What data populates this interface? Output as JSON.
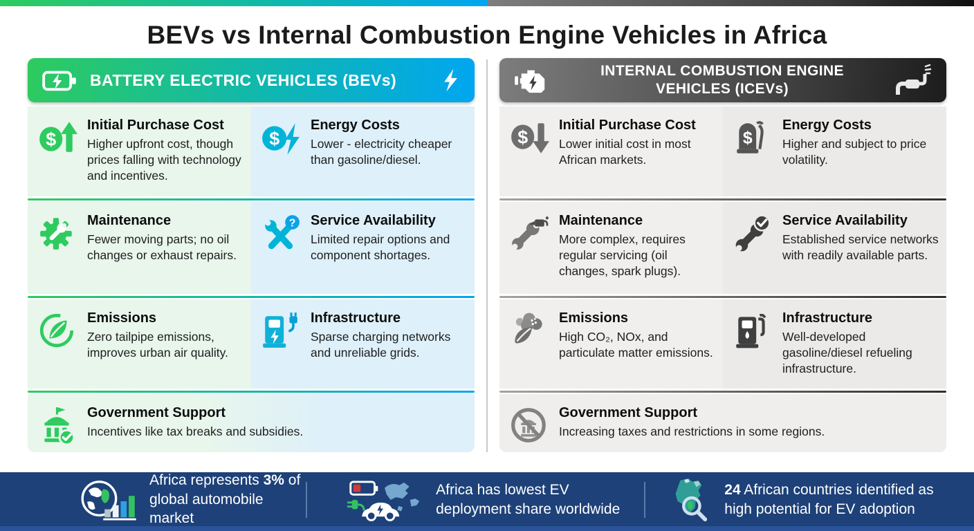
{
  "title": "BEVs vs Internal Combustion Engine Vehicles in Africa",
  "colors": {
    "bev_green": "#2ecb5f",
    "bev_teal": "#00b4d8",
    "bev_blue": "#00a6f0",
    "icev_gray": "#6e6e6e",
    "icev_dark": "#3f3f3f",
    "footer_navy": "#1d4178",
    "footer_strip": "#2a539b"
  },
  "bev": {
    "header": "BATTERY ELECTRIC VEHICLES (BEVs)",
    "header_icons": [
      "battery-charging-icon",
      "lightning-bolt-icon"
    ],
    "cells": [
      {
        "icon": "dollar-up-arrow-icon",
        "title": "Initial Purchase Cost",
        "desc": "Higher upfront cost, though prices falling with technology and incentives."
      },
      {
        "icon": "dollar-lightning-icon",
        "title": "Energy Costs",
        "desc": "Lower - electricity cheaper than gasoline/diesel."
      },
      {
        "icon": "gear-wrench-icon",
        "title": "Maintenance",
        "desc": "Fewer moving parts; no oil changes or exhaust repairs."
      },
      {
        "icon": "wrench-question-icon",
        "title": "Service Availability",
        "desc": "Limited repair options and component shortages."
      },
      {
        "icon": "leaf-circle-icon",
        "title": "Emissions",
        "desc": "Zero tailpipe emissions, improves urban air quality."
      },
      {
        "icon": "ev-charger-plug-icon",
        "title": "Infrastructure",
        "desc": "Sparse charging networks and unreliable grids."
      },
      {
        "icon": "government-check-icon",
        "title": "Government Support",
        "desc": "Incentives like tax breaks and subsidies."
      }
    ]
  },
  "icev": {
    "header": "INTERNAL COMBUSTION ENGINE VEHICLES (ICEVs)",
    "header_icons": [
      "engine-icon",
      "exhaust-pipe-icon"
    ],
    "cells": [
      {
        "icon": "dollar-down-arrow-icon",
        "title": "Initial Purchase Cost",
        "desc": "Lower initial cost in most African markets."
      },
      {
        "icon": "fuel-pump-dollar-icon",
        "title": "Energy Costs",
        "desc": "Higher and subject to price volatility."
      },
      {
        "icon": "wrench-oil-can-icon",
        "title": "Maintenance",
        "desc": "More complex, requires regular servicing (oil changes, spark plugs)."
      },
      {
        "icon": "wrench-check-icon",
        "title": "Service Availability",
        "desc": "Established service networks with readily available parts."
      },
      {
        "icon": "smoke-leaf-icon",
        "title": "Emissions",
        "desc": "High CO₂, NOx, and particulate matter emissions."
      },
      {
        "icon": "fuel-pump-icon",
        "title": "Infrastructure",
        "desc": "Well-developed gasoline/diesel refueling infrastructure."
      },
      {
        "icon": "government-ban-icon",
        "title": "Government Support",
        "desc": "Increasing taxes and restrictions in some regions."
      }
    ]
  },
  "footer": {
    "stats": [
      {
        "icon": "globe-bar-chart-icon",
        "pre": "Africa represents ",
        "bold": "3%",
        "post": " of global automobile market"
      },
      {
        "icon": "ev-car-battery-map-icon",
        "pre": "Africa has lowest EV deployment share worldwide",
        "bold": "",
        "post": ""
      },
      {
        "icon": "africa-map-magnifier-icon",
        "pre": "",
        "bold": "24",
        "post": " African countries identified as high potential for EV adoption"
      }
    ]
  }
}
